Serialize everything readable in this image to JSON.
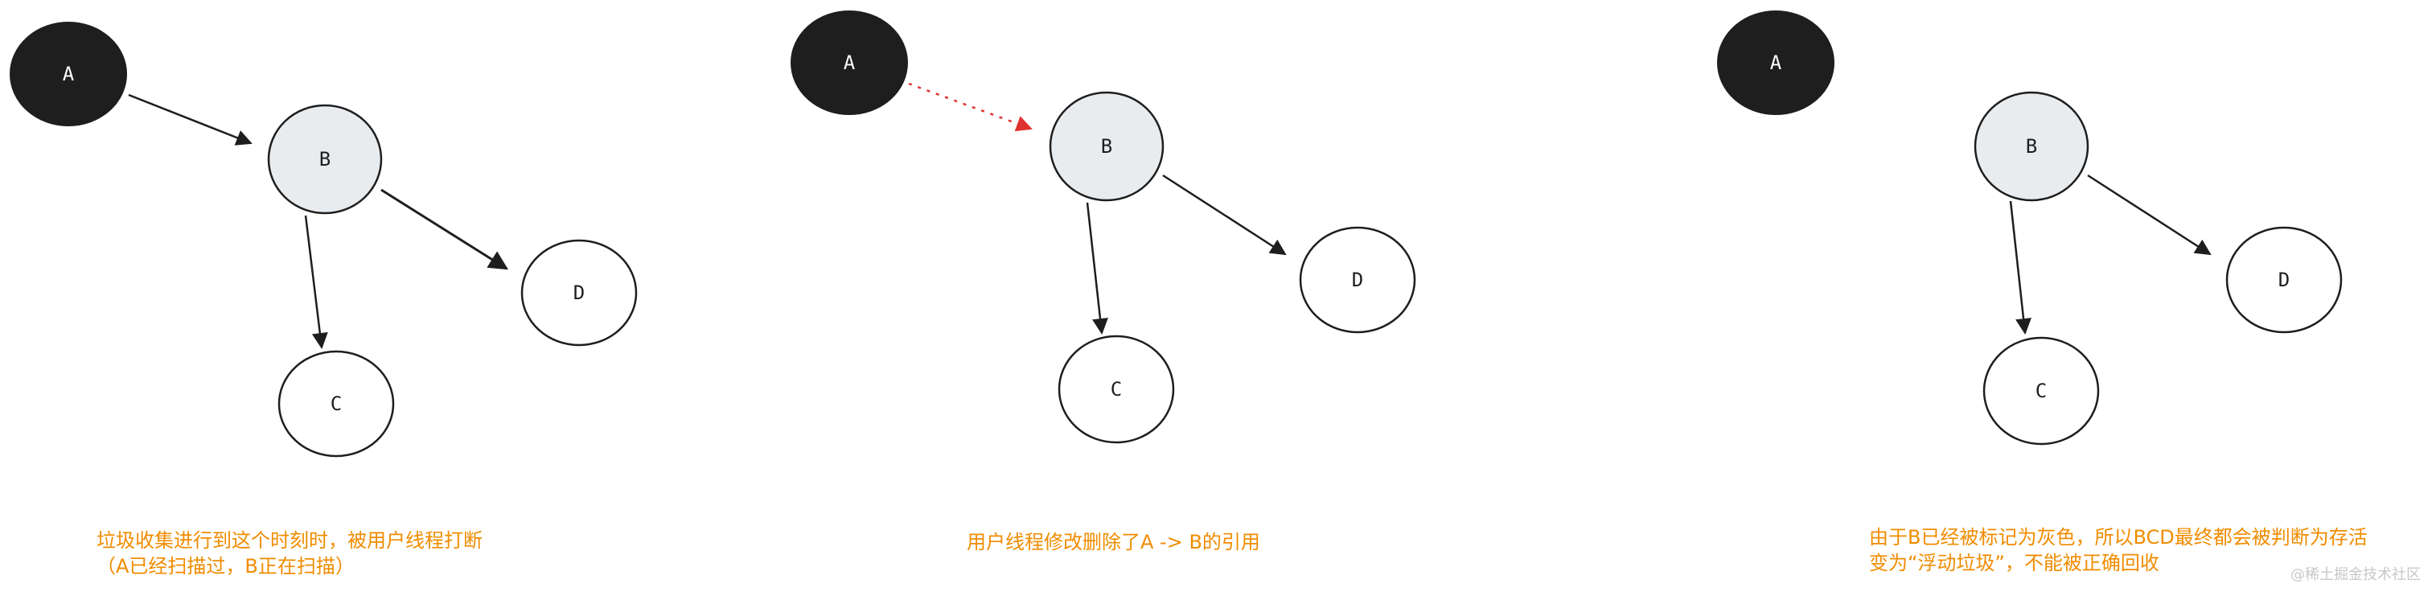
{
  "colors": {
    "black_node": "#1e1e1e",
    "gray_node": "#e9ecef",
    "white_node": "#ffffff",
    "stroke": "#1e1e1e",
    "dashed_arrow": "#e03131",
    "caption": "#f08c00"
  },
  "panels": [
    {
      "nodes": {
        "A": "A",
        "B": "B",
        "C": "C",
        "D": "D"
      },
      "caption_lines": [
        "垃圾收集进行到这个时刻时，被用户线程打断",
        "（A已经扫描过，B正在扫描）"
      ]
    },
    {
      "nodes": {
        "A": "A",
        "B": "B",
        "C": "C",
        "D": "D"
      },
      "caption_lines": [
        "用户线程修改删除了A -> B的引用"
      ]
    },
    {
      "nodes": {
        "A": "A",
        "B": "B",
        "C": "C",
        "D": "D"
      },
      "caption_lines": [
        "由于B已经被标记为灰色，所以BCD最终都会被判断为存活",
        "变为“浮动垃圾”，不能被正确回收"
      ]
    }
  ],
  "watermark": "@稀土掘金技术社区"
}
